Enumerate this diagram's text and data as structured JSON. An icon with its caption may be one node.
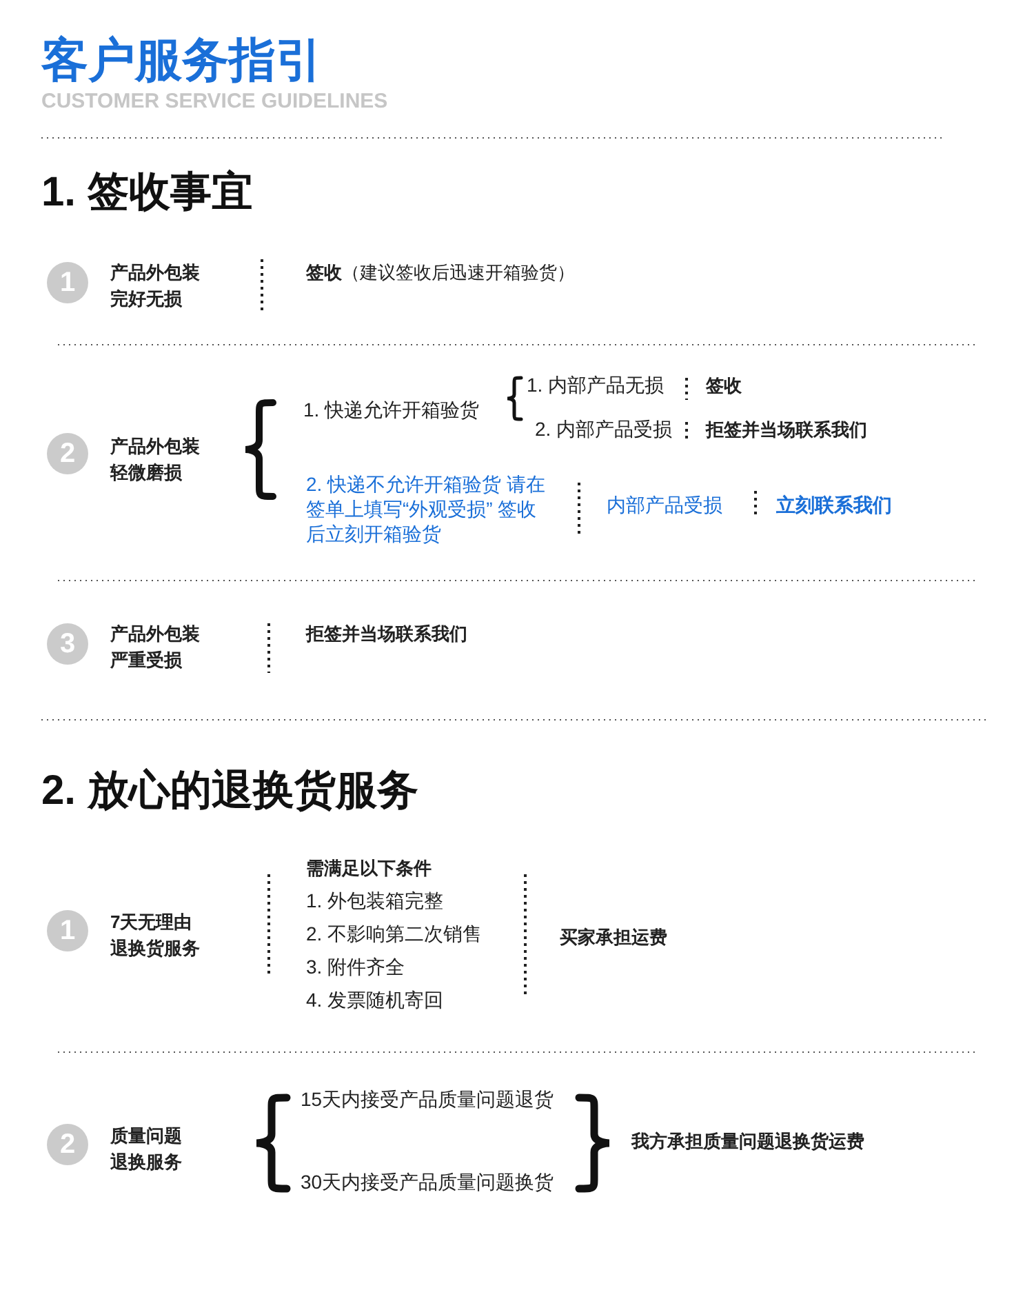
{
  "diagram": {
    "title": "客户服务指引",
    "nodes": [
      {
        "text": [
          "1"
        ]
      },
      {
        "text": [
          "2"
        ]
      },
      {
        "text": [
          "3"
        ]
      },
      {
        "text": [
          "1"
        ]
      },
      {
        "text": [
          "2"
        ]
      }
    ],
    "labels": [
      "CUSTOMER SERVICE GUIDELINES",
      "1. 签收事宜",
      "产品外包装完好无损",
      "**签收**（建议签收后迅速开箱验货）",
      "产品外包装轻微磨损",
      "1. 快递允许开箱验货",
      "1. 内部产品无损",
      "签收",
      "2. 内部产品受损",
      "拒签并当场联系我们",
      "2. 快递不允许开箱验货 请在签单上填写“外观受损” 签收后立刻开箱验货",
      "内部产品受损",
      "立刻联系我们",
      "产品外包装严重受损",
      "拒签并当场联系我们",
      "2. 放心的退换货服务",
      "7天无理由退换货服务",
      "需满足以下条件",
      "1. 外包装箱完整",
      "2. 不影响第二次销售",
      "3. 附件齐全",
      "4. 发票随机寄回",
      "买家承担运费",
      "质量问题退换服务",
      "15天内接受产品质量问题退货",
      "30天内接受产品质量问题换货",
      "我方承担质量问题退换货运费"
    ]
  }
}
